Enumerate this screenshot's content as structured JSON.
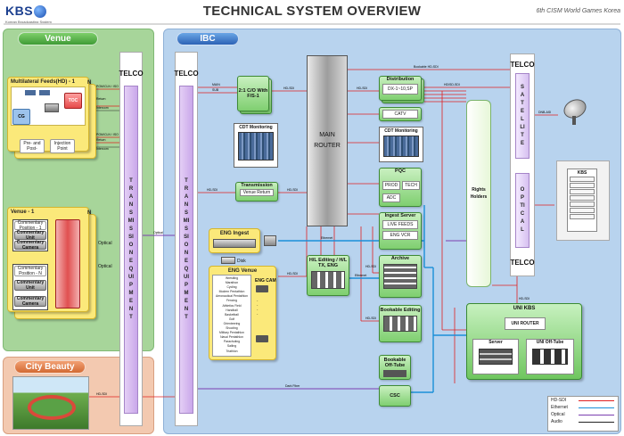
{
  "header": {
    "logo_text": "KBS",
    "logo_sub": "Korean Broadcasting System",
    "title": "TECHNICAL SYSTEM OVERVIEW",
    "subtitle": "6th CISM World Games Korea"
  },
  "regions": {
    "venue": "Venue",
    "ibc": "IBC",
    "city": "City Beauty"
  },
  "venue": {
    "multilateral": {
      "title": "Multilateral Feeds(HD) - 1",
      "n": "N",
      "toc": "TOC",
      "cg": "CG",
      "pre_post": "Pre- and Post-",
      "injection": "Injection Point",
      "labels": [
        "PGM/CLN",
        "HD/FILL",
        "PGM",
        "PGM/CLN",
        "Return",
        "Intercom",
        "PGM/CLN/ISO",
        "Return",
        "Intercom",
        "PGM/CLN/ISO"
      ],
      "side_labels": [
        "PGM/CLN / ISO",
        "Return",
        "Intercom",
        "PGM/CLN / ISO",
        "Return",
        "Intercom"
      ]
    },
    "venue1": {
      "title": "Venue - 1",
      "n": "N",
      "commentary_pos1": "Commentary Position - 1",
      "commentary_unit": "Commentary Unit",
      "commentary_camera": "Commentary Camera",
      "commentary_posn": "Commentary Position - N",
      "commentary_unit2": "Commentary Unit",
      "commentary_camera2": "Commentary Camera",
      "optical1": "Optical",
      "optical2": "Optical"
    },
    "hdsdi_city": "HD-SDI"
  },
  "telco_left": {
    "title": "TELCO",
    "vertical": "TRANSMISSION EQUIPMENT",
    "optical": "Optical"
  },
  "ibc": {
    "telco": {
      "title": "TELCO",
      "vertical": "TRANSMISSION EQUIPMENT"
    },
    "co": {
      "title": "2:1 C/O With F/S-1",
      "main": "MAIN",
      "sub": "SUB"
    },
    "cdt1": "CDT Monitoring",
    "transmission": "Transmission",
    "venue_return": "Venue Return",
    "router": {
      "line1": "MAIN",
      "line2": "ROUTER"
    },
    "distribution": {
      "title": "Distribution",
      "value": "DX-1~10,SP"
    },
    "catv": "CATV",
    "cdt2": "CDT Monitoring",
    "pqc": {
      "title": "PQC",
      "prod": "PROD",
      "tech": "TECH",
      "adc": "ADC"
    },
    "ingest_server": {
      "title": "Ingest Server",
      "live": "LIVE FEEDS",
      "eng": "ENG VCR"
    },
    "eng_ingest": "ENG Ingest",
    "eng_venue": {
      "title": "ENG Venue",
      "eng_cam": "ENG CAM",
      "disk": "Disk",
      "sports": [
        "Wrestling",
        "Marathon",
        "Cycling",
        "Modern Pentathlon",
        "Aeronautical Pentathlon",
        "Fencing",
        "Athletics Field",
        "Handball",
        "Basketball",
        "Golf",
        "Orienteering",
        "Shooting",
        "Military Pentathlon",
        "Naval Pentathlon",
        "Parachuting",
        "Sailing",
        "Triathlon"
      ]
    },
    "hl_editing": "H/L Editing / H/L TX, ENG",
    "archive": "Archive",
    "bookable_editing": "Bookable Editing",
    "bookable_offtube": "Bookable Off-Tube",
    "csc": "CSC",
    "rights": "Rights Holders",
    "dark_fiber": "Dark Fiber",
    "ethernet": "Ethernet",
    "link_labels": {
      "hdsdi_a": "HD-SDI",
      "hdsdi_b": "HD-SDI",
      "hdsdi_c": "HD-SDI",
      "hdsdi_d": "HD-SDI",
      "hdsdi_e": "HD-SDI",
      "hdsdi_f": "HD-SDI",
      "hdsdi_cam": "HD-SDI",
      "hdsdi_edit": "HD-SDI",
      "hdsdi_arch": "HD-SDI",
      "ethernet_mid": "Ethernet",
      "bookable_sdi": "Bookable HD-SDI",
      "hdsdi_dist": "HD/SD-SDI",
      "dnb_asi": "DNB-ASI",
      "ethernet_v": "Ethernet",
      "ethernet_csc": "Ethernet",
      "hd_sdi_csc": "Ethernet HD-SDI",
      "ethernet_uni": "Ethernet HD-SDI",
      "hdsdi_uni": "HD-SDI"
    },
    "telco_right_top": "TELCO",
    "satellite": "SATELLITE",
    "optical": "OPTICAL",
    "telco_right_bottom": "TELCO",
    "kbs": "KBS",
    "uni_kbs": {
      "title": "UNI KBS",
      "router": "UNI ROUTER",
      "server": "Server",
      "offtube": "UNI Off-Tube"
    }
  },
  "legend": [
    {
      "label": "HD-SDI",
      "color": "#e02020"
    },
    {
      "label": "Ethernet",
      "color": "#1a8fd8"
    },
    {
      "label": "Optical",
      "color": "#7b3fb0"
    },
    {
      "label": "Audio",
      "color": "#222222"
    }
  ]
}
